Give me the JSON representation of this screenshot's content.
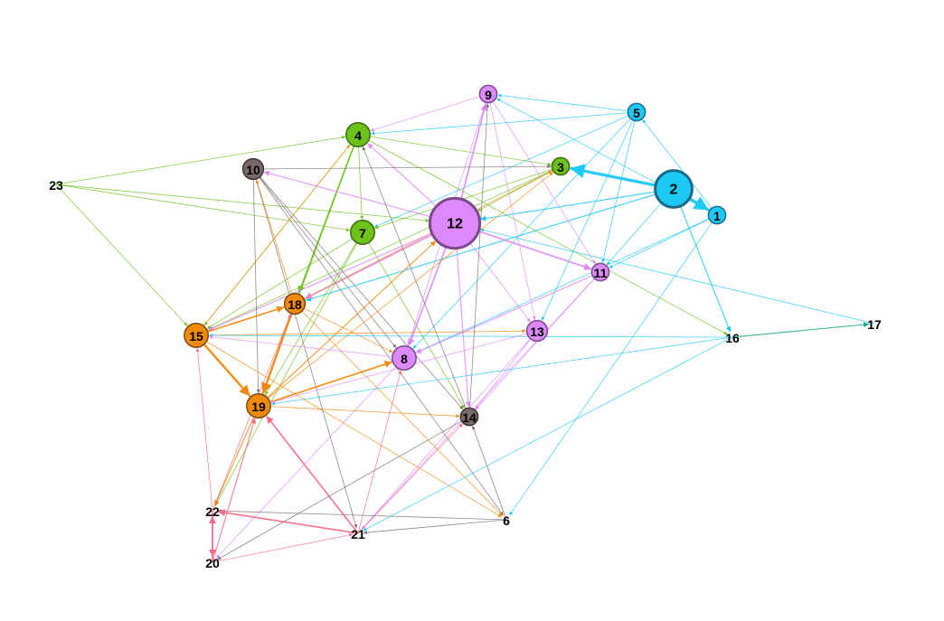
{
  "colors": {
    "cyan": "#1ec8f5",
    "green": "#6cc21a",
    "violet": "#dd88fb",
    "gray": "#7a6a6a",
    "orange": "#f08a0c",
    "pink": "#f56a8a",
    "teal": "#1aa88a"
  },
  "nodes": [
    {
      "id": "1",
      "group": "cyan",
      "weight": 1
    },
    {
      "id": "2",
      "group": "cyan",
      "weight": 4
    },
    {
      "id": "3",
      "group": "green",
      "weight": 1
    },
    {
      "id": "4",
      "group": "green",
      "weight": 2
    },
    {
      "id": "5",
      "group": "cyan",
      "weight": 1
    },
    {
      "id": "6",
      "group": "gray",
      "weight": 0
    },
    {
      "id": "7",
      "group": "green",
      "weight": 2
    },
    {
      "id": "8",
      "group": "violet",
      "weight": 2
    },
    {
      "id": "9",
      "group": "violet",
      "weight": 1
    },
    {
      "id": "10",
      "group": "gray",
      "weight": 1.5
    },
    {
      "id": "11",
      "group": "violet",
      "weight": 1
    },
    {
      "id": "12",
      "group": "violet",
      "weight": 6
    },
    {
      "id": "13",
      "group": "violet",
      "weight": 1.5
    },
    {
      "id": "14",
      "group": "gray",
      "weight": 1
    },
    {
      "id": "15",
      "group": "orange",
      "weight": 2
    },
    {
      "id": "16",
      "group": "cyan",
      "weight": 0
    },
    {
      "id": "17",
      "group": "cyan",
      "weight": 0
    },
    {
      "id": "18",
      "group": "orange",
      "weight": 1.5
    },
    {
      "id": "19",
      "group": "orange",
      "weight": 2
    },
    {
      "id": "20",
      "group": "pink",
      "weight": 0
    },
    {
      "id": "21",
      "group": "pink",
      "weight": 0
    },
    {
      "id": "22",
      "group": "pink",
      "weight": 0
    },
    {
      "id": "23",
      "group": "green",
      "weight": 0
    }
  ],
  "edges": [
    [
      "2",
      "3",
      4
    ],
    [
      "2",
      "1",
      4
    ],
    [
      "2",
      "16",
      1.5
    ],
    [
      "2",
      "12",
      1.5
    ],
    [
      "2",
      "18",
      1.5
    ],
    [
      "2",
      "11",
      1
    ],
    [
      "5",
      "4",
      1
    ],
    [
      "5",
      "9",
      1
    ],
    [
      "5",
      "8",
      1
    ],
    [
      "5",
      "13",
      1
    ],
    [
      "5",
      "11",
      1
    ],
    [
      "5",
      "7",
      1
    ],
    [
      "1",
      "5",
      1
    ],
    [
      "1",
      "6",
      1
    ],
    [
      "1",
      "9",
      1
    ],
    [
      "1",
      "11",
      1
    ],
    [
      "1",
      "8",
      1
    ],
    [
      "23",
      "15",
      1
    ],
    [
      "23",
      "4",
      1
    ],
    [
      "23",
      "7",
      1
    ],
    [
      "3",
      "7",
      1
    ],
    [
      "3",
      "15",
      1
    ],
    [
      "3",
      "12",
      1
    ],
    [
      "4",
      "15",
      1
    ],
    [
      "4",
      "18",
      2
    ],
    [
      "4",
      "19",
      1
    ],
    [
      "4",
      "7",
      1
    ],
    [
      "4",
      "3",
      1
    ],
    [
      "4",
      "16",
      1
    ],
    [
      "7",
      "15",
      1
    ],
    [
      "7",
      "19",
      1
    ],
    [
      "7",
      "14",
      1
    ],
    [
      "7",
      "22",
      1
    ],
    [
      "16",
      "17",
      1.5
    ],
    [
      "12",
      "10",
      1.5
    ],
    [
      "12",
      "9",
      2
    ],
    [
      "12",
      "8",
      2
    ],
    [
      "12",
      "18",
      2
    ],
    [
      "12",
      "15",
      1.5
    ],
    [
      "12",
      "11",
      2
    ],
    [
      "12",
      "13",
      1
    ],
    [
      "12",
      "4",
      1.5
    ],
    [
      "12",
      "14",
      1.5
    ],
    [
      "9",
      "4",
      1
    ],
    [
      "9",
      "13",
      1
    ],
    [
      "9",
      "11",
      1
    ],
    [
      "9",
      "8",
      1
    ],
    [
      "11",
      "14",
      1
    ],
    [
      "11",
      "21",
      1
    ],
    [
      "13",
      "14",
      1
    ],
    [
      "13",
      "21",
      1
    ],
    [
      "8",
      "20",
      1
    ],
    [
      "23",
      "12",
      1
    ],
    [
      "17",
      "12",
      1
    ],
    [
      "11",
      "8",
      1.5
    ],
    [
      "10",
      "3",
      1
    ],
    [
      "10",
      "14",
      1
    ],
    [
      "10",
      "19",
      1
    ],
    [
      "10",
      "8",
      1
    ],
    [
      "10",
      "21",
      1
    ],
    [
      "10",
      "6",
      1
    ],
    [
      "14",
      "4",
      1
    ],
    [
      "14",
      "9",
      1
    ],
    [
      "6",
      "21",
      1
    ],
    [
      "6",
      "14",
      1
    ],
    [
      "6",
      "22",
      1
    ],
    [
      "15",
      "19",
      3
    ],
    [
      "18",
      "19",
      3
    ],
    [
      "19",
      "8",
      2
    ],
    [
      "15",
      "18",
      2
    ],
    [
      "18",
      "8",
      1
    ],
    [
      "18",
      "6",
      1
    ],
    [
      "15",
      "13",
      1
    ],
    [
      "19",
      "14",
      1
    ],
    [
      "16",
      "15",
      1
    ],
    [
      "16",
      "19",
      1
    ],
    [
      "15",
      "6",
      1
    ],
    [
      "19",
      "3",
      1
    ],
    [
      "18",
      "3",
      1
    ],
    [
      "18",
      "10",
      1
    ],
    [
      "15",
      "4",
      1
    ],
    [
      "19",
      "12",
      1.5
    ],
    [
      "8",
      "15",
      1
    ],
    [
      "13",
      "19",
      1
    ],
    [
      "21",
      "22",
      2
    ],
    [
      "21",
      "19",
      2
    ],
    [
      "22",
      "20",
      2
    ],
    [
      "20",
      "22",
      2
    ],
    [
      "20",
      "19",
      1.5
    ],
    [
      "19",
      "22",
      1.5
    ],
    [
      "22",
      "15",
      1
    ],
    [
      "16",
      "21",
      1
    ],
    [
      "21",
      "14",
      1
    ],
    [
      "20",
      "21",
      1
    ],
    [
      "22",
      "18",
      1
    ],
    [
      "21",
      "8",
      1
    ],
    [
      "14",
      "20",
      1
    ]
  ]
}
